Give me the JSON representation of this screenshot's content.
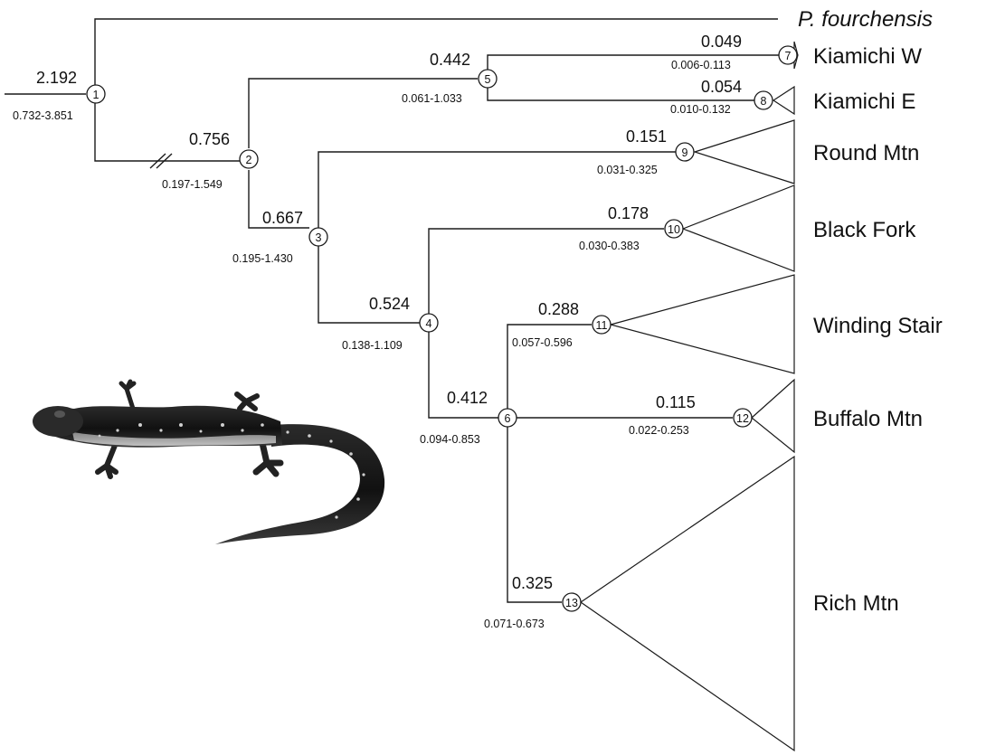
{
  "figure": {
    "outgroup_label": "P. fourchensis",
    "clades": [
      {
        "id": "kiamichi_w",
        "label": "Kiamichi W"
      },
      {
        "id": "kiamichi_e",
        "label": "Kiamichi E"
      },
      {
        "id": "round_mtn",
        "label": "Round Mtn"
      },
      {
        "id": "black_fork",
        "label": "Black Fork"
      },
      {
        "id": "winding_stair",
        "label": "Winding Stair"
      },
      {
        "id": "buffalo_mtn",
        "label": "Buffalo Mtn"
      },
      {
        "id": "rich_mtn",
        "label": "Rich Mtn"
      }
    ],
    "nodes": [
      {
        "num": "1",
        "age": "2.192",
        "hpd": "0.732-3.851"
      },
      {
        "num": "2",
        "age": "0.756",
        "hpd": "0.197-1.549"
      },
      {
        "num": "3",
        "age": "0.667",
        "hpd": "0.195-1.430"
      },
      {
        "num": "4",
        "age": "0.524",
        "hpd": "0.138-1.109"
      },
      {
        "num": "5",
        "age": "0.442",
        "hpd": "0.061-1.033"
      },
      {
        "num": "6",
        "age": "0.412",
        "hpd": "0.094-0.853"
      },
      {
        "num": "7",
        "age": "0.049",
        "hpd": "0.006-0.113"
      },
      {
        "num": "8",
        "age": "0.054",
        "hpd": "0.010-0.132"
      },
      {
        "num": "9",
        "age": "0.151",
        "hpd": "0.031-0.325"
      },
      {
        "num": "10",
        "age": "0.178",
        "hpd": "0.030-0.383"
      },
      {
        "num": "11",
        "age": "0.288",
        "hpd": "0.057-0.596"
      },
      {
        "num": "12",
        "age": "0.115",
        "hpd": "0.022-0.253"
      },
      {
        "num": "13",
        "age": "0.325",
        "hpd": "0.071-0.673"
      }
    ]
  }
}
